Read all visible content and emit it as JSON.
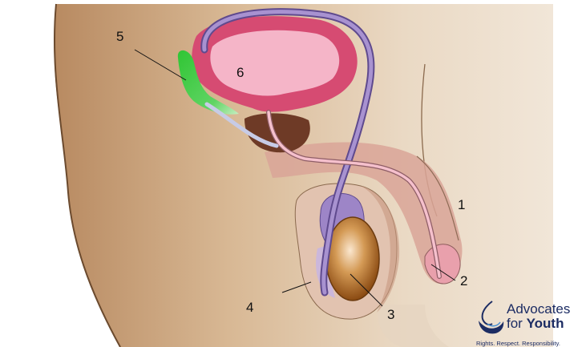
{
  "labels": {
    "l1": "1",
    "l2": "2",
    "l3": "3",
    "l4": "4",
    "l5": "5",
    "l6": "6"
  },
  "logo": {
    "line1": "Advocates",
    "line2_prefix": "for ",
    "line2_bold": "Youth",
    "tagline": "Rights. Respect. Responsibility."
  },
  "colors": {
    "skin": "#c9a27e",
    "bladder": "#d64b72",
    "vas_deferens": "#8c76b8",
    "seminal_vesicle": "#34c639",
    "prostate": "#6e3a26",
    "testis": "#b96a1f",
    "urethra": "#f0b0c0",
    "logo_blue": "#1c2c63"
  }
}
